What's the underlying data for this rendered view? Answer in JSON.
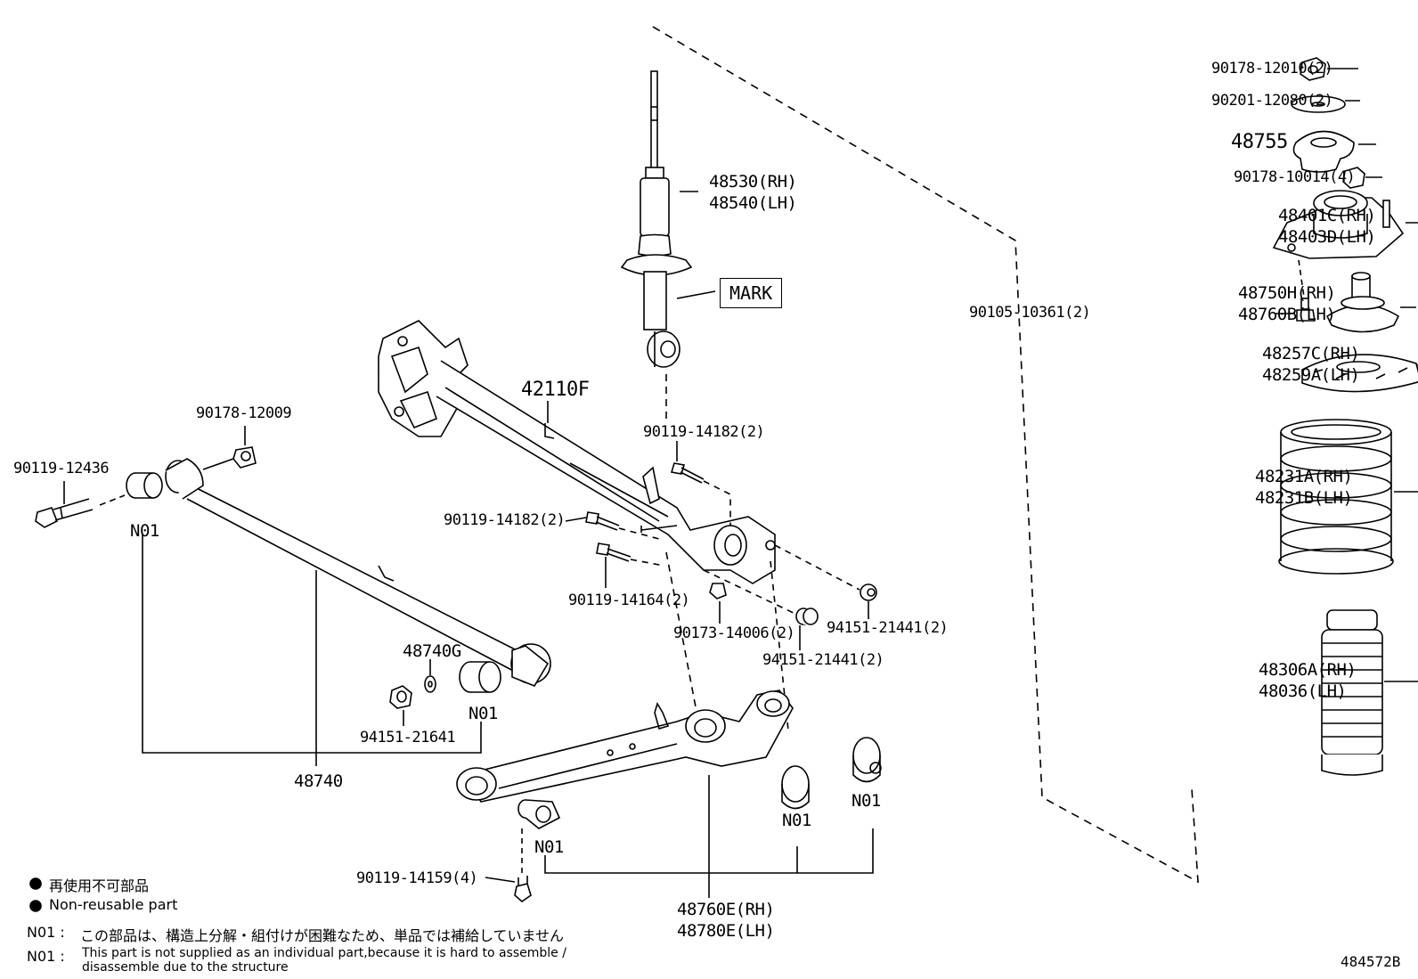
{
  "diagram_id": "484572B",
  "mark_label": "MARK",
  "legend": {
    "non_reusable_ja": "再使用不可部品",
    "non_reusable_en": "Non-reusable part",
    "n01_code": "N01 :",
    "n01_ja": "この部品は、構造上分解・組付けが困難なため、単品では補給していません",
    "n01_en_line1": "This part is not supplied as an individual part,because it is hard to assemble /",
    "n01_en_line2": "disassemble due to the structure"
  },
  "parts": {
    "p90178_12010": "90178-12010(2)",
    "p90201_12080": "90201-12080(2)",
    "p48755": "48755",
    "p90178_10014": "90178-10014(4)",
    "p48401C": "48401C(RH)",
    "p48403D": "48403D(LH)",
    "p90105_10361": "90105-10361(2)",
    "p48750H": "48750H(RH)",
    "p48760B": "48760B(LH)",
    "p48257C": "48257C(RH)",
    "p48259A": "48259A(LH)",
    "p48231A": "48231A(RH)",
    "p48231B": "48231B(LH)",
    "p48306A": "48306A(RH)",
    "p48036": "48036(LH)",
    "p48530": "48530(RH)",
    "p48540": "48540(LH)",
    "p42110F": "42110F",
    "p90119_14182_a": "90119-14182(2)",
    "p90119_14182_b": "90119-14182(2)",
    "p90119_14164": "90119-14164(2)",
    "p90173_14006": "90173-14006(2)",
    "p94151_21441_a": "94151-21441(2)",
    "p94151_21441_b": "94151-21441(2)",
    "p90178_12009": "90178-12009",
    "p90119_12436": "90119-12436",
    "p48740G": "48740G",
    "p94151_21641": "94151-21641",
    "p48740": "48740",
    "p48760E": "48760E(RH)",
    "p48780E": "48780E(LH)",
    "p90119_14159": "90119-14159(4)"
  },
  "n01": [
    "N01",
    "N01",
    "N01",
    "N01",
    "N01"
  ]
}
